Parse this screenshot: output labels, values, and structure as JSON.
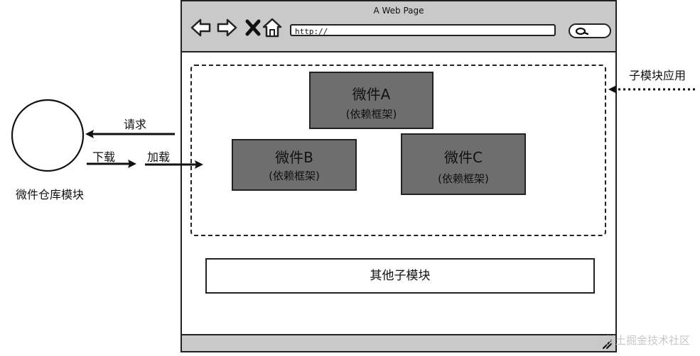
{
  "browser": {
    "title": "A Web Page",
    "url": "http://",
    "icons": [
      "back-arrow-icon",
      "forward-arrow-icon",
      "close-x-icon",
      "home-icon",
      "search-icon",
      "resize-grip-icon"
    ]
  },
  "widgets": [
    {
      "name": "微件A",
      "dep": "(依赖框架)"
    },
    {
      "name": "微件B",
      "dep": "(依赖框架)"
    },
    {
      "name": "微件C",
      "dep": "(依赖框架)"
    }
  ],
  "other_module": "其他子模块",
  "labels": {
    "submodule_app": "子模块应用",
    "request": "请求",
    "download": "下载",
    "load": "加载",
    "repo": "微件仓库模块"
  },
  "watermark": "@稀土掘金技术社区",
  "colors": {
    "chrome": "#c9c9c9",
    "widget": "#6e6e6e",
    "outline": "#222222"
  }
}
